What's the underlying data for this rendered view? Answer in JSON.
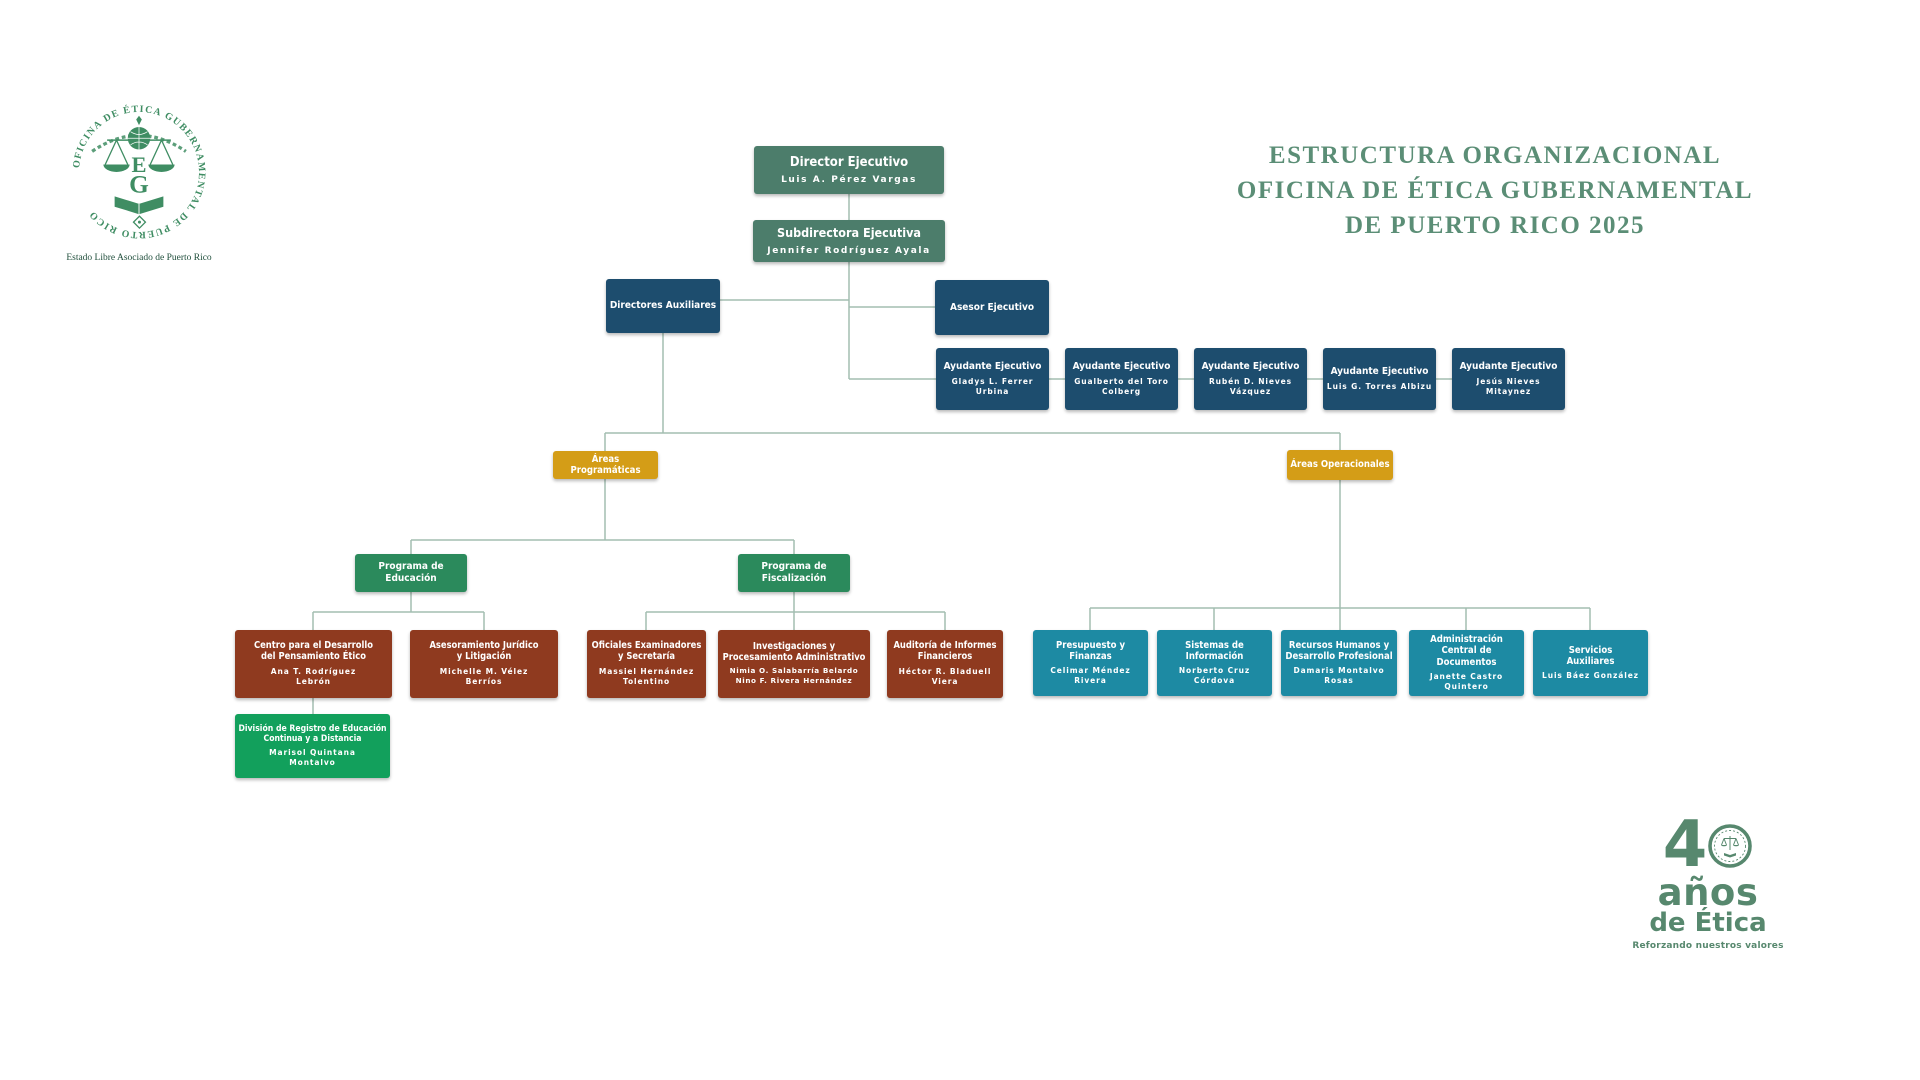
{
  "title": {
    "line1": "ESTRUCTURA ORGANIZACIONAL",
    "line2": "OFICINA DE ÉTICA GUBERNAMENTAL",
    "line3": "DE PUERTO RICO 2025"
  },
  "seal": {
    "ring_text": "OFICINA DE ÉTICA GUBERNAMENTAL DE PUERTO RICO",
    "monogram_top": "E",
    "monogram_bottom": "G",
    "caption": "Estado Libre Asociado de Puerto Rico"
  },
  "anniversary": {
    "number": "4",
    "years": "años",
    "ethics": "de Ética",
    "tagline": "Reforzando nuestros valores"
  },
  "palette": {
    "sage": "#4c7d6b",
    "navy": "#1d4d6e",
    "gold": "#d49d17",
    "forest_green": "#2b8a5c",
    "bright_green": "#12a05c",
    "brick_red": "#8f3a1f",
    "teal": "#1d8aa3",
    "title_green": "#5b8e76",
    "line": "#a3bdb1"
  },
  "org": {
    "director": {
      "title": "Director Ejecutivo",
      "name": "Luis A. Pérez Vargas"
    },
    "subdirector": {
      "title": "Subdirectora Ejecutiva",
      "name": "Jennifer Rodríguez Ayala"
    },
    "directores_auxiliares": {
      "title": "Directores Auxiliares"
    },
    "asesor": {
      "title": "Asesor Ejecutivo"
    },
    "ayudantes": [
      {
        "title": "Ayudante Ejecutivo",
        "name": "Gladys L. Ferrer Urbina"
      },
      {
        "title": "Ayudante Ejecutivo",
        "name": "Gualberto del Toro Colberg"
      },
      {
        "title": "Ayudante Ejecutivo",
        "name": "Rubén D. Nieves Vázquez"
      },
      {
        "title": "Ayudante Ejecutivo",
        "name": "Luis G. Torres Albizu"
      },
      {
        "title": "Ayudante Ejecutivo",
        "name": "Jesús Nieves Mitaynez"
      }
    ],
    "areas_programaticas": {
      "title": "Áreas Programáticas"
    },
    "areas_operacionales": {
      "title": "Áreas Operacionales"
    },
    "programa_educacion": {
      "title": "Programa de Educación"
    },
    "programa_fiscalizacion": {
      "title": "Programa de Fiscalización"
    },
    "programaticas_units": [
      {
        "title": "Centro para el Desarrollo del Pensamiento Ético",
        "name": "Ana T. Rodríguez Lebrón"
      },
      {
        "title": "Asesoramiento Jurídico y Litigación",
        "name": "Michelle M. Vélez Berríos"
      },
      {
        "title": "Oficiales Examinadores y Secretaría",
        "name": "Massiel Hernández Tolentino"
      },
      {
        "title": "Investigaciones y Procesamiento Administrativo",
        "name": "Nimia O. Salabarría Belardo",
        "name2": "Nino F. Rivera Hernández"
      },
      {
        "title": "Auditoría de Informes Financieros",
        "name": "Héctor R. Bladuell Viera"
      }
    ],
    "division_registro": {
      "title": "División de Registro de Educación Continua y a Distancia",
      "name": "Marisol Quintana Montalvo"
    },
    "operacionales_units": [
      {
        "title": "Presupuesto y Finanzas",
        "name": "Celimar Méndez Rivera"
      },
      {
        "title": "Sistemas de Información",
        "name": "Norberto Cruz Córdova"
      },
      {
        "title": "Recursos Humanos y Desarrollo Profesional",
        "name": "Damaris Montalvo Rosas"
      },
      {
        "title": "Administración Central de Documentos",
        "name": "Janette Castro Quintero"
      },
      {
        "title": "Servicios Auxiliares",
        "name": "Luis Báez González"
      }
    ]
  }
}
